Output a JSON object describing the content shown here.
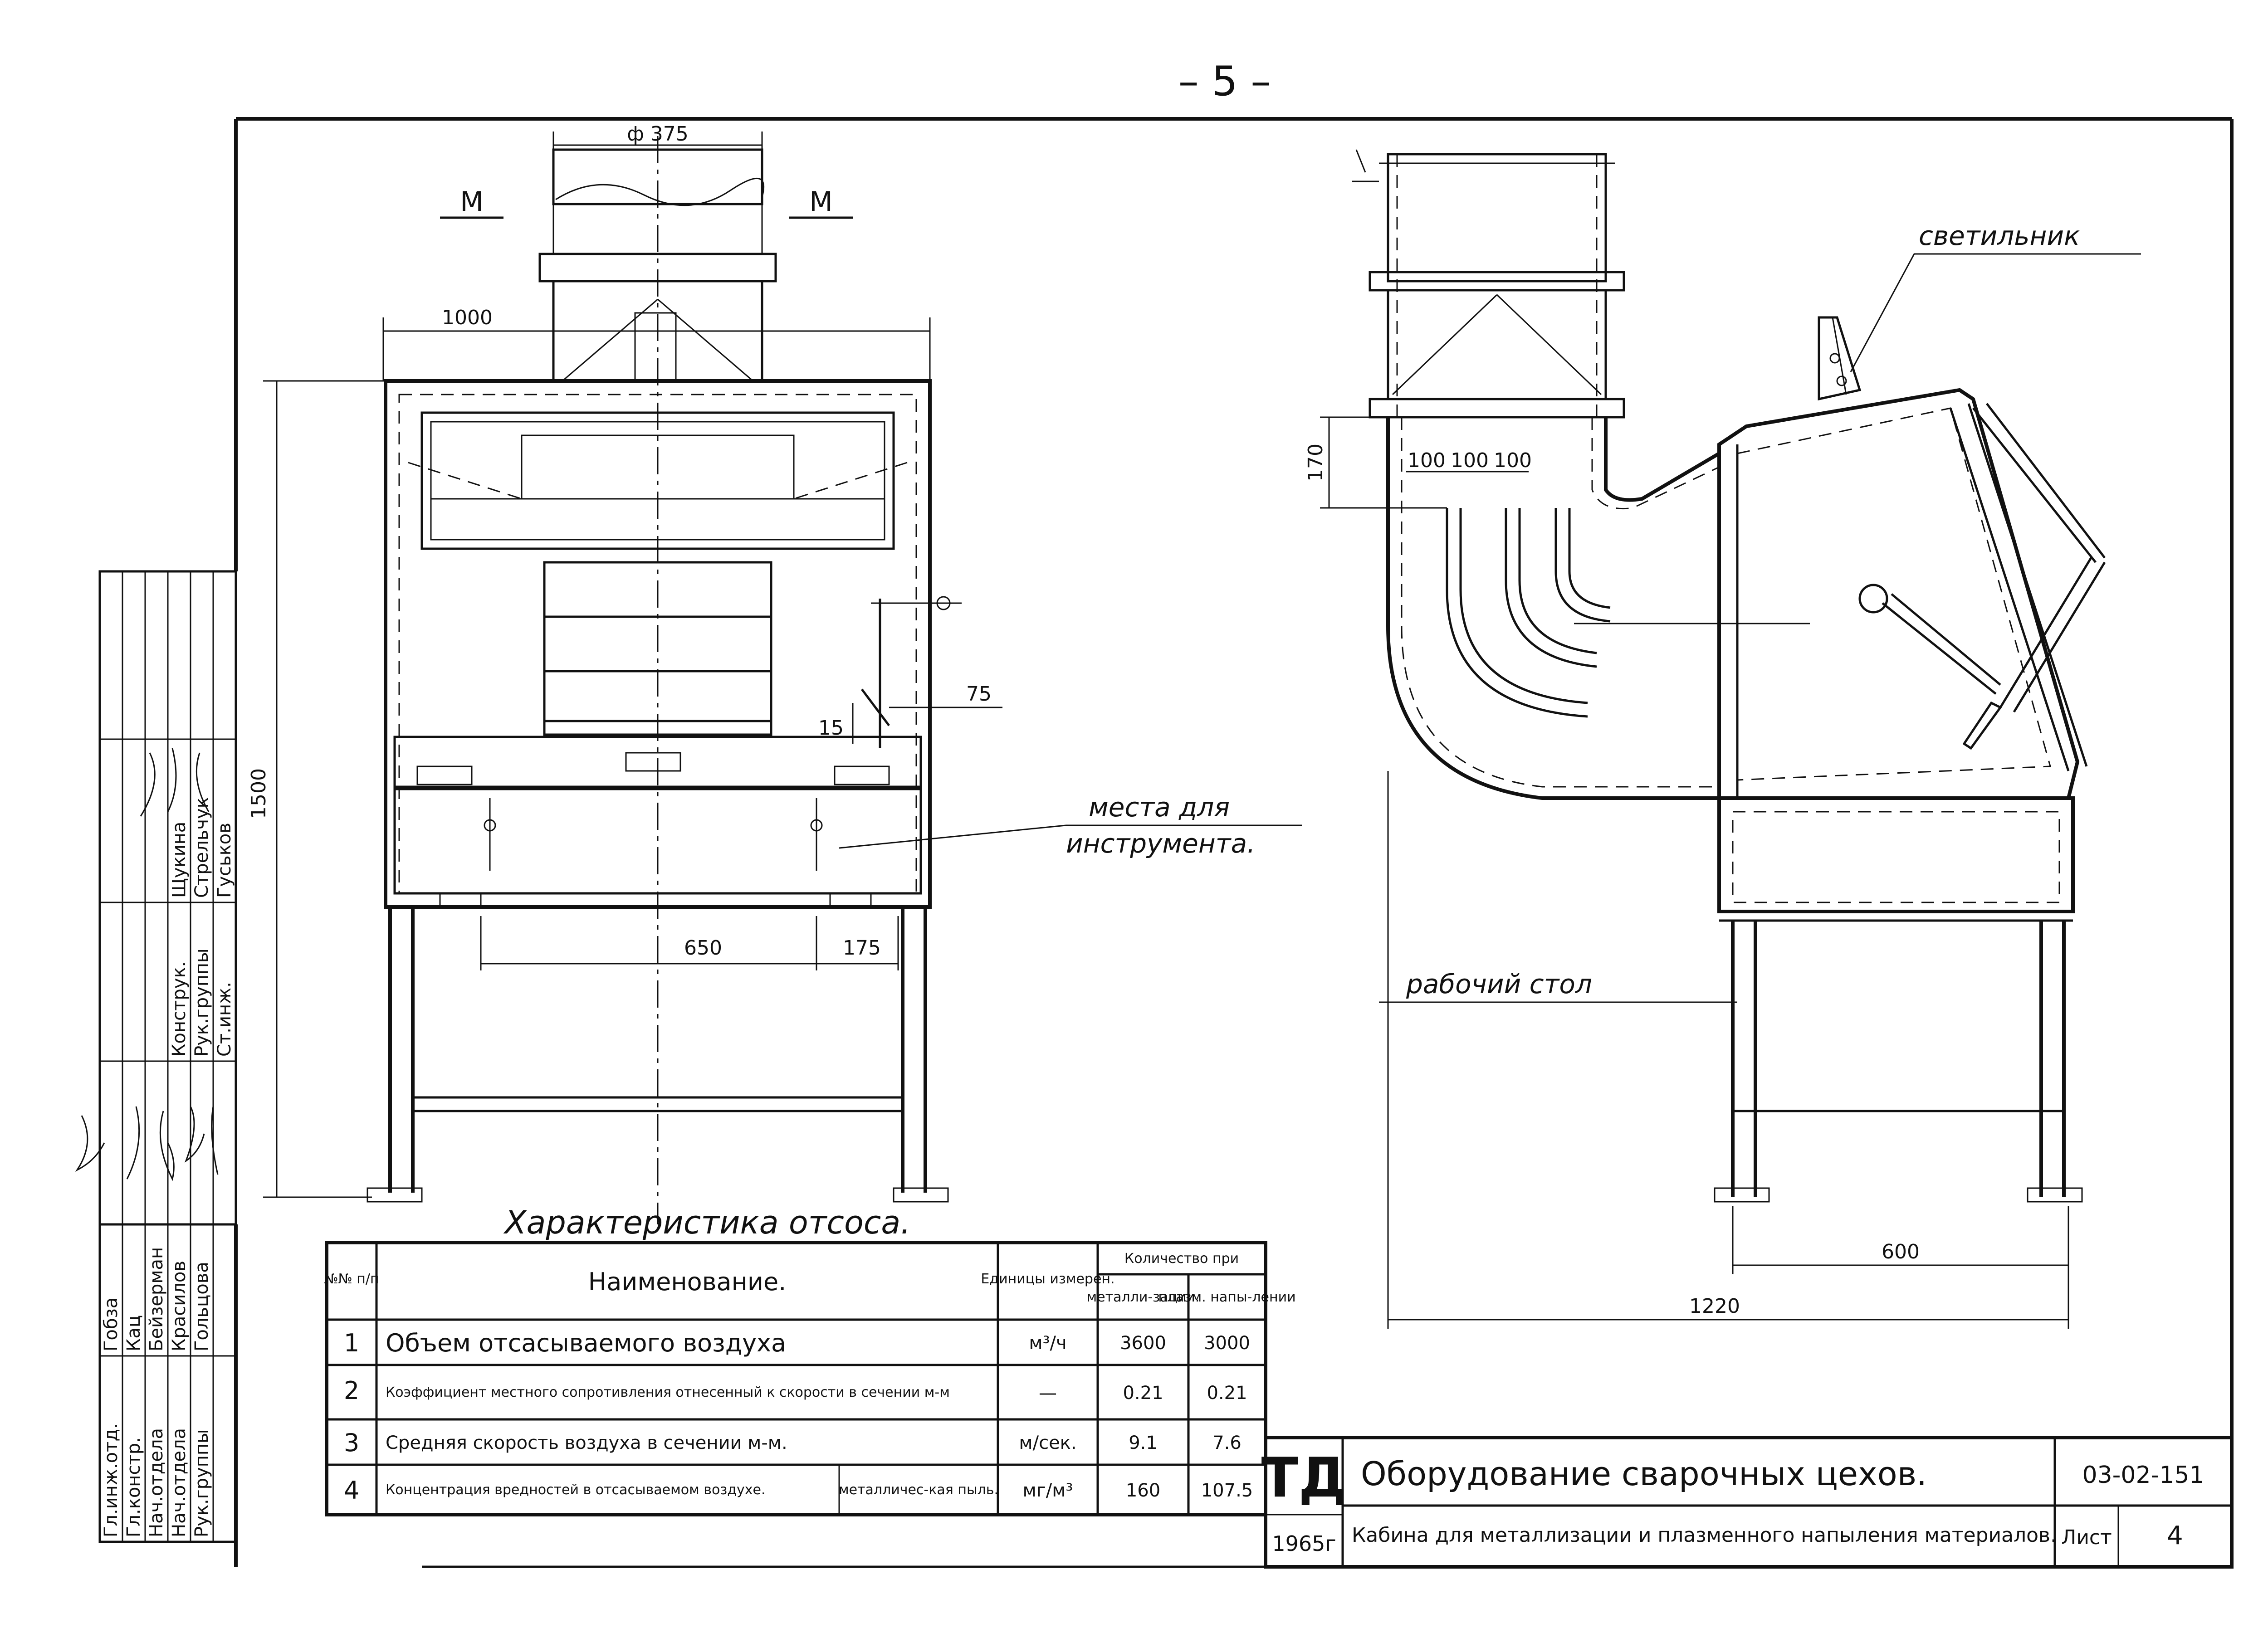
{
  "page_number": "– 5 –",
  "sheet_title": "Характеристика отсоса.",
  "front_view": {
    "section_mark": "М",
    "dimensions": {
      "duct_diameter": "ф 375",
      "overall_width": "1000",
      "overall_height": "1500",
      "lever_offset": "75",
      "lever_gap": "15",
      "hinge_span": "650",
      "hinge_offset": "175"
    },
    "callout_tool_place": [
      "места для",
      "инструмента."
    ]
  },
  "side_view": {
    "dimensions": {
      "vane_height": "170",
      "vane_pitch": [
        "100",
        "100",
        "100"
      ],
      "table_depth": "600",
      "overall_depth": "1220"
    },
    "callout_lamp": "светильник",
    "callout_table": "рабочий стол"
  },
  "table": {
    "headers": {
      "number": "№№ п/п",
      "name": "Наименование.",
      "unit": "Единицы измерен.",
      "quantity": "Количество при",
      "metallization": "металли-зации.",
      "plasma": "плазм. напы-лении"
    },
    "rows": [
      {
        "n": "1",
        "name": "Объем отсасываемого воздуха",
        "sub": "",
        "unit": "м³/ч",
        "metal": "3600",
        "plasma": "3000"
      },
      {
        "n": "2",
        "name": "Коэффициент местного сопротивления отнесенный к скорости в сечении м-м",
        "sub": "",
        "unit": "—",
        "metal": "0.21",
        "plasma": "0.21"
      },
      {
        "n": "3",
        "name": "Средняя скорость воздуха в сечении м-м.",
        "sub": "",
        "unit": "м/сек.",
        "metal": "9.1",
        "plasma": "7.6"
      },
      {
        "n": "4",
        "name": "Концентрация вредностей в отсасываемом воздухе.",
        "sub": "металличес-кая пыль.",
        "unit": "мг/м³",
        "metal": "160",
        "plasma": "107.5"
      }
    ]
  },
  "title_block": {
    "logo": "ТД",
    "year": "1965г",
    "title": "Оборудование сварочных цехов.",
    "subtitle": "Кабина для металлизации и плазменного напыления материалов.",
    "doc_code": "03-02-151",
    "sheet_label": "Лист",
    "sheet_number": "4"
  },
  "signatures": {
    "columns": [
      {
        "role": "Гл.инж.отд.",
        "name": "Гобза"
      },
      {
        "role": "Гл.констр.",
        "name": "Кац"
      },
      {
        "role": "Нач.отдела",
        "name": "Бейзерман"
      },
      {
        "role": "Нач.отдела",
        "name": "Красилов"
      },
      {
        "role": "Рук.группы",
        "name": "Гольцова"
      },
      {
        "role": "Конструк.",
        "name": "Щукина"
      },
      {
        "role": "Рук.группы",
        "name": "Стрельчук"
      },
      {
        "role": "Ст.инж.",
        "name": "Гуськов"
      }
    ]
  }
}
